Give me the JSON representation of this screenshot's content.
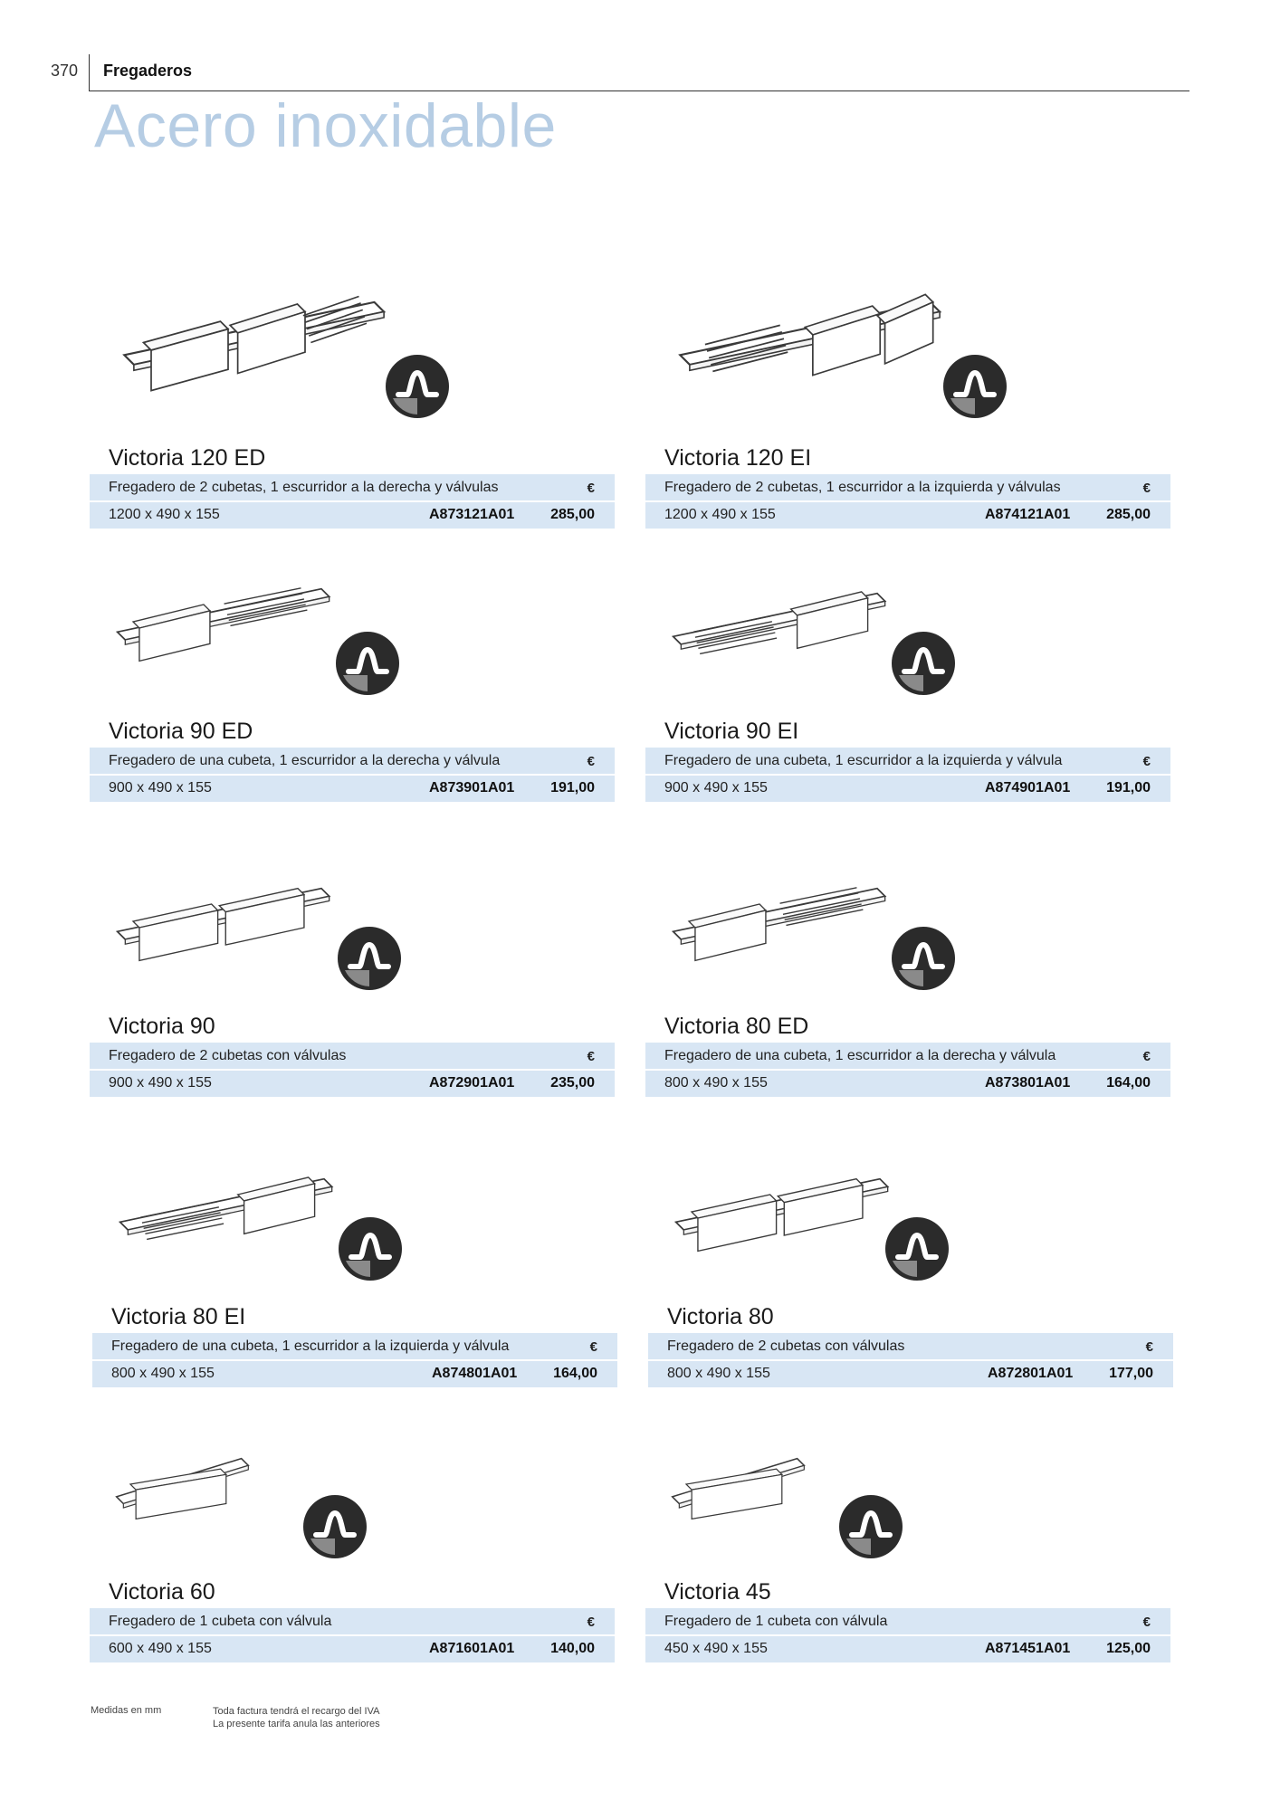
{
  "header": {
    "page_number": "370",
    "section": "Fregaderos",
    "title": "Acero inoxidable"
  },
  "products": [
    {
      "name": "Victoria 120 ED",
      "description": "Fregadero de 2 cubetas, 1 escurridor a la derecha y válvulas",
      "currency": "€",
      "dimensions": "1200 x 490 x 155",
      "code": "A873121A01",
      "price": "285,00",
      "image": "sink-2-bowls-drainer-right"
    },
    {
      "name": "Victoria 120 EI",
      "description": "Fregadero de 2 cubetas, 1 escurridor a la izquierda y válvulas",
      "currency": "€",
      "dimensions": "1200 x 490 x 155",
      "code": "A874121A01",
      "price": "285,00",
      "image": "sink-2-bowls-drainer-left"
    },
    {
      "name": "Victoria 90 ED",
      "description": "Fregadero de una cubeta, 1 escurridor a la derecha y válvula",
      "currency": "€",
      "dimensions": "900 x 490 x 155",
      "code": "A873901A01",
      "price": "191,00",
      "image": "sink-1-bowl-drainer-right"
    },
    {
      "name": "Victoria 90 EI",
      "description": "Fregadero de una cubeta, 1 escurridor a la izquierda y válvula",
      "currency": "€",
      "dimensions": "900 x 490 x 155",
      "code": "A874901A01",
      "price": "191,00",
      "image": "sink-1-bowl-drainer-left"
    },
    {
      "name": "Victoria 90",
      "description": "Fregadero de 2 cubetas con válvulas",
      "currency": "€",
      "dimensions": "900 x 490 x 155",
      "code": "A872901A01",
      "price": "235,00",
      "image": "sink-2-bowls"
    },
    {
      "name": "Victoria 80 ED",
      "description": "Fregadero de una cubeta, 1 escurridor a la derecha y válvula",
      "currency": "€",
      "dimensions": "800 x 490 x 155",
      "code": "A873801A01",
      "price": "164,00",
      "image": "sink-1-bowl-drainer-right"
    },
    {
      "name": "Victoria 80 EI",
      "description": "Fregadero de una cubeta, 1 escurridor a la izquierda y válvula",
      "currency": "€",
      "dimensions": "800 x 490 x 155",
      "code": "A874801A01",
      "price": "164,00",
      "image": "sink-1-bowl-drainer-left"
    },
    {
      "name": "Victoria 80",
      "description": "Fregadero de 2 cubetas con válvulas",
      "currency": "€",
      "dimensions": "800 x 490 x 155",
      "code": "A872801A01",
      "price": "177,00",
      "image": "sink-2-bowls"
    },
    {
      "name": "Victoria 60",
      "description": "Fregadero de 1 cubeta con válvula",
      "currency": "€",
      "dimensions": "600 x 490 x 155",
      "code": "A871601A01",
      "price": "140,00",
      "image": "sink-1-bowl"
    },
    {
      "name": "Victoria 45",
      "description": "Fregadero de 1 cubeta con válvula",
      "currency": "€",
      "dimensions": "450 x 490 x 155",
      "code": "A871451A01",
      "price": "125,00",
      "image": "sink-1-bowl-small"
    }
  ],
  "footer": {
    "units_note": "Medidas en mm",
    "tax_note": "Toda factura tendrá el recargo del IVA",
    "validity_note": "La presente tarifa anula las anteriores"
  },
  "colors": {
    "heading": "#b6cde4",
    "info_box": "#d8e6f4",
    "badge": "#2b2b2b"
  }
}
